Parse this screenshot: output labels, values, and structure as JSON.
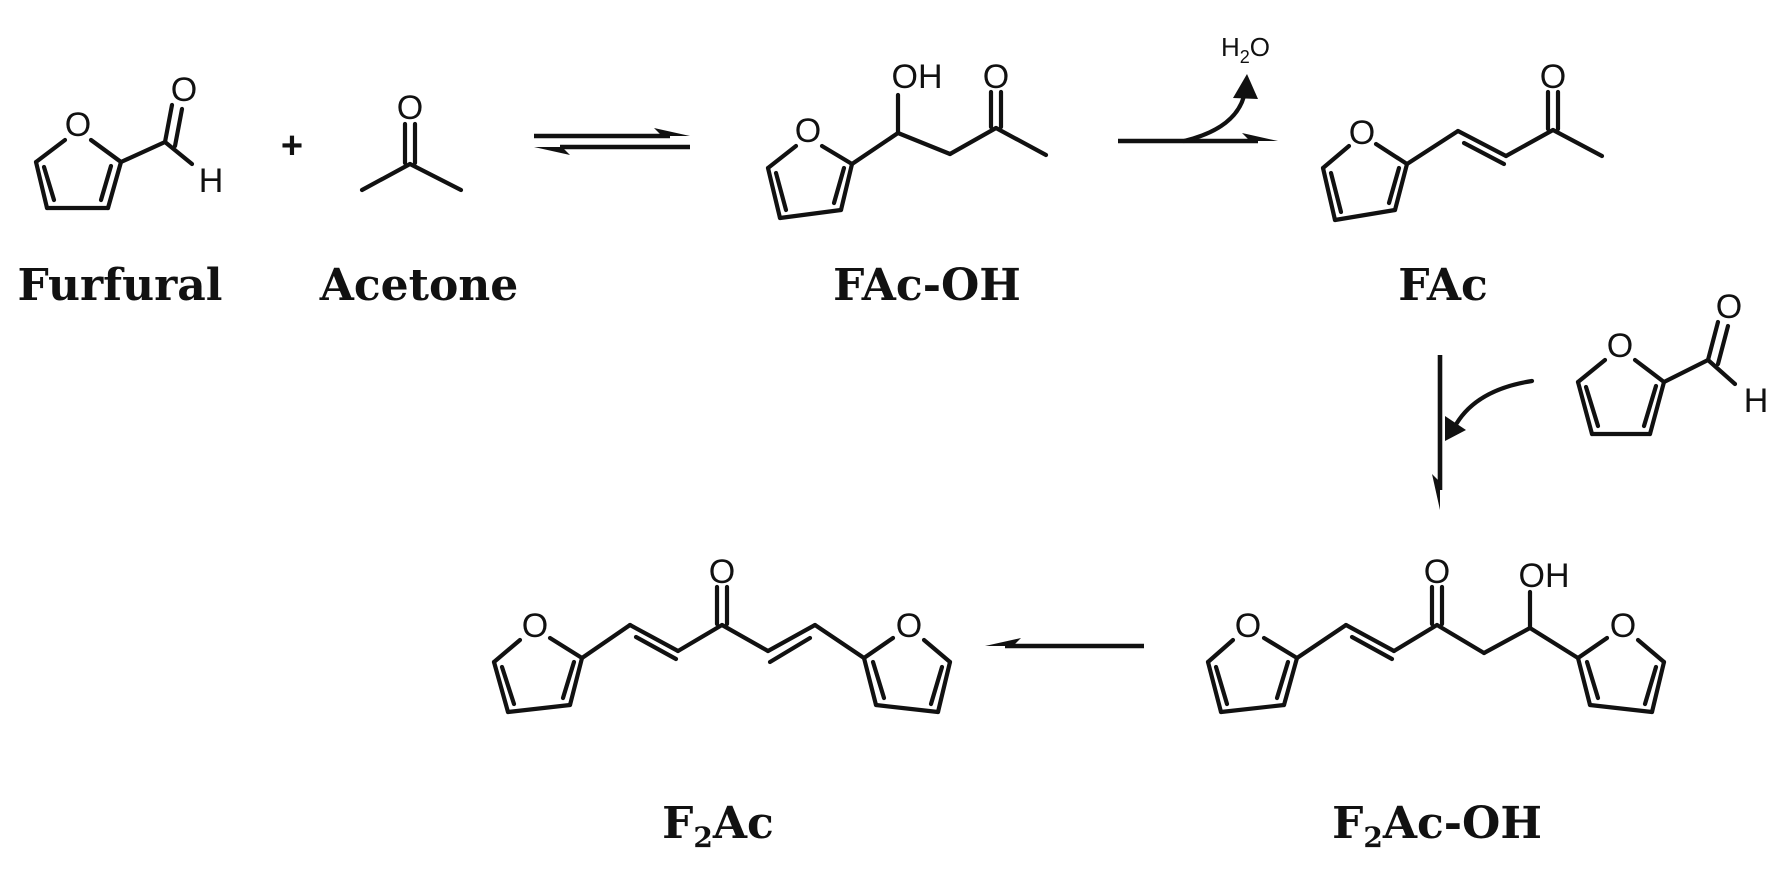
{
  "atoms": {
    "oxygen": "O",
    "hydrogen": "H",
    "hydroxyl": "OH"
  },
  "operators": {
    "plus": "+"
  },
  "byproduct": {
    "prefix": "H",
    "subscript": "2",
    "suffix": "O"
  },
  "compounds": {
    "furfural": "Furfural",
    "acetone": "Acetone",
    "fac_oh": "FAc-OH",
    "fac": "FAc",
    "f2ac": {
      "prefix": "F",
      "subscript": "2",
      "suffix": "Ac"
    },
    "f2ac_oh": {
      "prefix": "F",
      "subscript": "2",
      "suffix": "Ac-OH"
    }
  }
}
